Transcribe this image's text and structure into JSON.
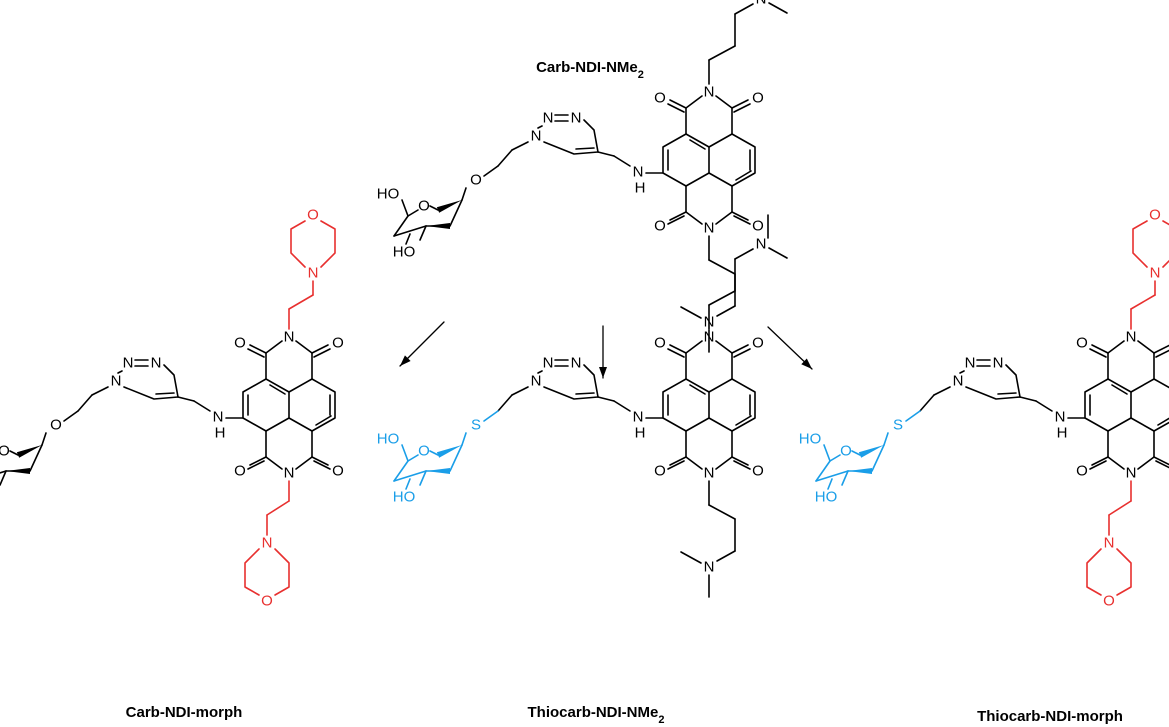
{
  "compounds": [
    {
      "title": "Carb-NDI-NMe",
      "subscript": "2",
      "sugar_link": "O",
      "imide_top": "NMe2",
      "imide_bottom": "NMe2",
      "sugar_color": "#000000",
      "amine_color": "#000000"
    },
    {
      "title": "Carb-NDI-morph",
      "subscript": "",
      "sugar_link": "O",
      "imide_top": "morph",
      "imide_bottom": "morph",
      "sugar_color": "#000000",
      "amine_color": "#e8302f"
    },
    {
      "title": "Thiocarb-NDI-NMe",
      "subscript": "2",
      "sugar_link": "S",
      "imide_top": "NMe2",
      "imide_bottom": "NMe2",
      "sugar_color": "#1a9ee8",
      "amine_color": "#000000"
    },
    {
      "title": "Thiocarb-NDI-morph",
      "subscript": "",
      "sugar_link": "S",
      "imide_top": "morph",
      "imide_bottom": "morph",
      "sugar_color": "#1a9ee8",
      "amine_color": "#e8302f"
    }
  ],
  "atoms": {
    "N": "N",
    "O": "O",
    "S": "S",
    "H": "H",
    "HO": "HO"
  },
  "colors": {
    "highlight_red": "#e8302f",
    "highlight_blue": "#1a9ee8",
    "default": "#000000"
  }
}
